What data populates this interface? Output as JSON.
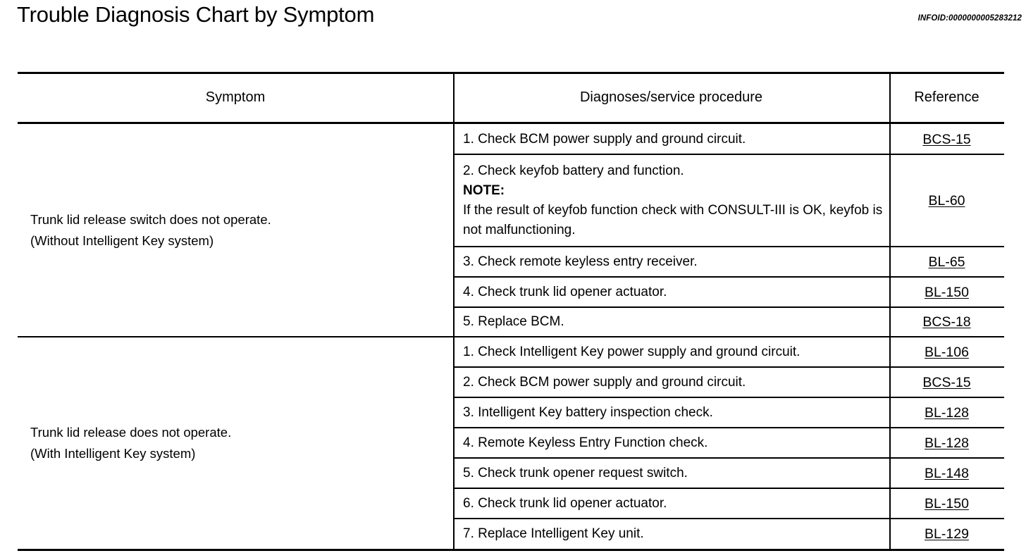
{
  "page": {
    "title": "Trouble Diagnosis Chart by Symptom",
    "infoid": "INFOID:0000000005283212"
  },
  "table": {
    "headers": {
      "symptom": "Symptom",
      "procedure": "Diagnoses/service procedure",
      "reference": "Reference"
    },
    "groups": [
      {
        "symptom": "Trunk lid release switch does not operate.\n(Without Intelligent Key system)",
        "rows": [
          {
            "procedure": "1. Check BCM power supply and ground circuit.",
            "note_label": "",
            "note_body": "",
            "reference": "BCS-15"
          },
          {
            "procedure": "2. Check keyfob battery and function.",
            "note_label": "NOTE:",
            "note_body": "If the result of keyfob function check with CONSULT-III is OK, keyfob is not malfunctioning.",
            "reference": "BL-60"
          },
          {
            "procedure": "3. Check remote keyless entry receiver.",
            "note_label": "",
            "note_body": "",
            "reference": "BL-65"
          },
          {
            "procedure": "4. Check trunk lid opener actuator.",
            "note_label": "",
            "note_body": "",
            "reference": "BL-150"
          },
          {
            "procedure": "5. Replace BCM.",
            "note_label": "",
            "note_body": "",
            "reference": "BCS-18"
          }
        ]
      },
      {
        "symptom": "Trunk lid release does not operate.\n(With Intelligent Key system)",
        "rows": [
          {
            "procedure": "1. Check Intelligent Key power supply and ground circuit.",
            "note_label": "",
            "note_body": "",
            "reference": "BL-106"
          },
          {
            "procedure": "2. Check BCM power supply and ground circuit.",
            "note_label": "",
            "note_body": "",
            "reference": "BCS-15"
          },
          {
            "procedure": "3. Intelligent Key battery inspection check.",
            "note_label": "",
            "note_body": "",
            "reference": "BL-128"
          },
          {
            "procedure": "4. Remote Keyless Entry Function check.",
            "note_label": "",
            "note_body": "",
            "reference": "BL-128"
          },
          {
            "procedure": "5. Check trunk opener request switch.",
            "note_label": "",
            "note_body": "",
            "reference": "BL-148"
          },
          {
            "procedure": "6. Check trunk lid opener actuator.",
            "note_label": "",
            "note_body": "",
            "reference": "BL-150"
          },
          {
            "procedure": "7. Replace Intelligent Key unit.",
            "note_label": "",
            "note_body": "",
            "reference": "BL-129"
          }
        ]
      }
    ]
  }
}
